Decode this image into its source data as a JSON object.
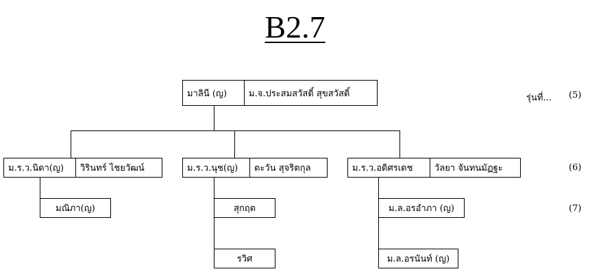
{
  "title": "B2.7",
  "generations": {
    "gen5_label": "รุ่นที่...",
    "gen5": "(5)",
    "gen6": "(6)",
    "gen7": "(7)"
  },
  "couples": {
    "root": {
      "left": "มาลินี (ญ)",
      "right": "ม.จ.ประสมสวัสดิ์ สุขสวัสดิ์"
    },
    "c1": {
      "left": "ม.ร.ว.นิดา(ญ)",
      "right": "วิรินทร์ ไชยวัฒน์"
    },
    "c2": {
      "left": "ม.ร.ว.นุช(ญ)",
      "right": "ตะวัน สุจริตกุล"
    },
    "c3": {
      "left": "ม.ร.ว.อดิศรเดช",
      "right": "วัลยา จันทนมัฏฐะ"
    }
  },
  "people": {
    "g7_1": "มณิภา(ญ)",
    "g7_2": "สุกฤต",
    "g7_3": "รวิศ",
    "g7_4": "ม.ล.อรอำภา (ญ)",
    "g7_5": "ม.ล.อรนันท์ (ญ)"
  }
}
